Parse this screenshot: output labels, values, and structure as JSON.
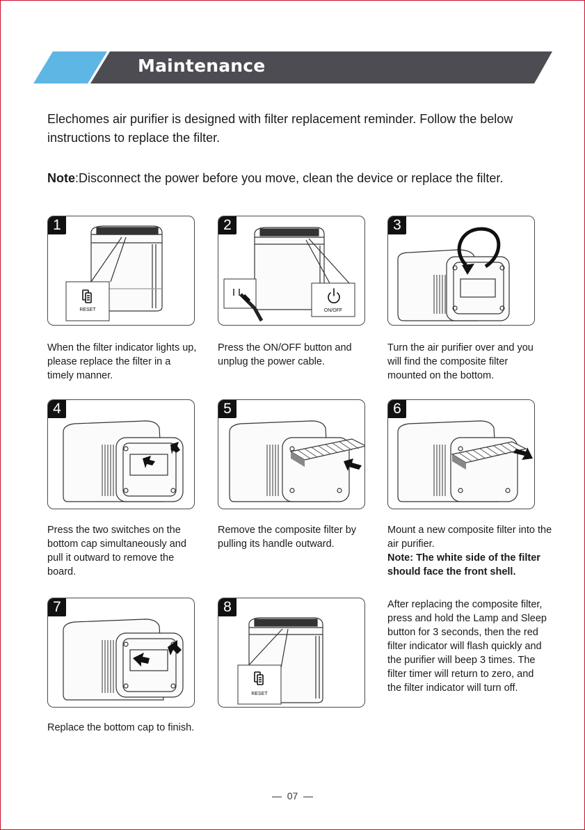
{
  "header": {
    "title": "Maintenance",
    "colors": {
      "bar": "#4d4c52",
      "accent": "#5eb6e4"
    }
  },
  "intro": "Elechomes air purifier is designed with filter replacement reminder. Follow the below instructions to replace the filter.",
  "note": {
    "label": "Note",
    "text": ":Disconnect the power before you move, clean the device or replace the filter."
  },
  "steps": [
    {
      "number": "1",
      "inset_label": "RESET",
      "icon": "filter-reset-icon",
      "caption": "When the filter indicator lights up, please replace the filter in a timely manner."
    },
    {
      "number": "2",
      "inset_label": "ON/OFF",
      "icon": "power-icon",
      "caption": "Press the ON/OFF button and unplug the power cable."
    },
    {
      "number": "3",
      "caption": "Turn the air purifier over and you will find the composite filter mounted on the bottom."
    },
    {
      "number": "4",
      "caption": "Press the two switches on the bottom cap simultaneously and pull it outward to remove the board."
    },
    {
      "number": "5",
      "caption": "Remove the composite filter by pulling its handle outward."
    },
    {
      "number": "6",
      "caption": "Mount a new composite filter into the air purifier.",
      "caption_note": "Note: The white side of the filter should face the front shell."
    },
    {
      "number": "7",
      "caption": "Replace the bottom cap to finish."
    },
    {
      "number": "8",
      "inset_label": "RESET",
      "icon": "filter-reset-icon",
      "caption": "After replacing the composite filter, press and hold the Lamp and Sleep button for 3 seconds, then the red filter indicator will flash quickly and the purifier will beep 3 times. The filter timer will return to zero, and the filter indicator will turn off."
    }
  ],
  "page_number": "07"
}
